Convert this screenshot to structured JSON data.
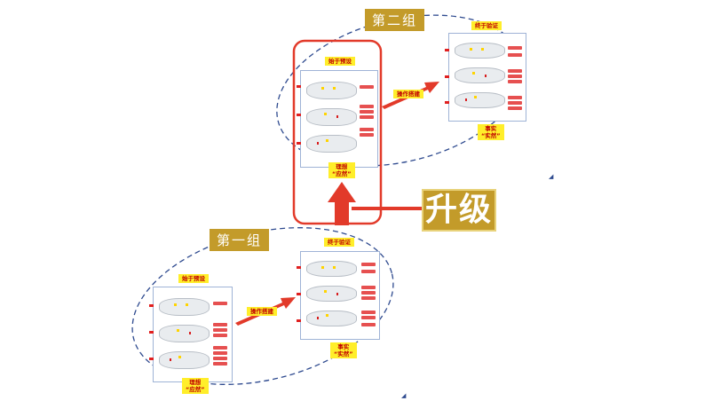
{
  "groups": {
    "group1": "第一组",
    "group2": "第二组"
  },
  "upgrade_label": "升级",
  "labels": {
    "start": "始于预设",
    "end": "终于验证",
    "build": "操作搭建",
    "ideal_line1": "理想",
    "ideal_line2": "“应然”",
    "fact_line1": "事实",
    "fact_line2": "“实然”"
  },
  "colors": {
    "accent_gold": "#c39b2a",
    "highlight_red": "#e23a2a",
    "label_yellow": "#ffee2a",
    "ellipse_blue": "#2e4a8f"
  }
}
